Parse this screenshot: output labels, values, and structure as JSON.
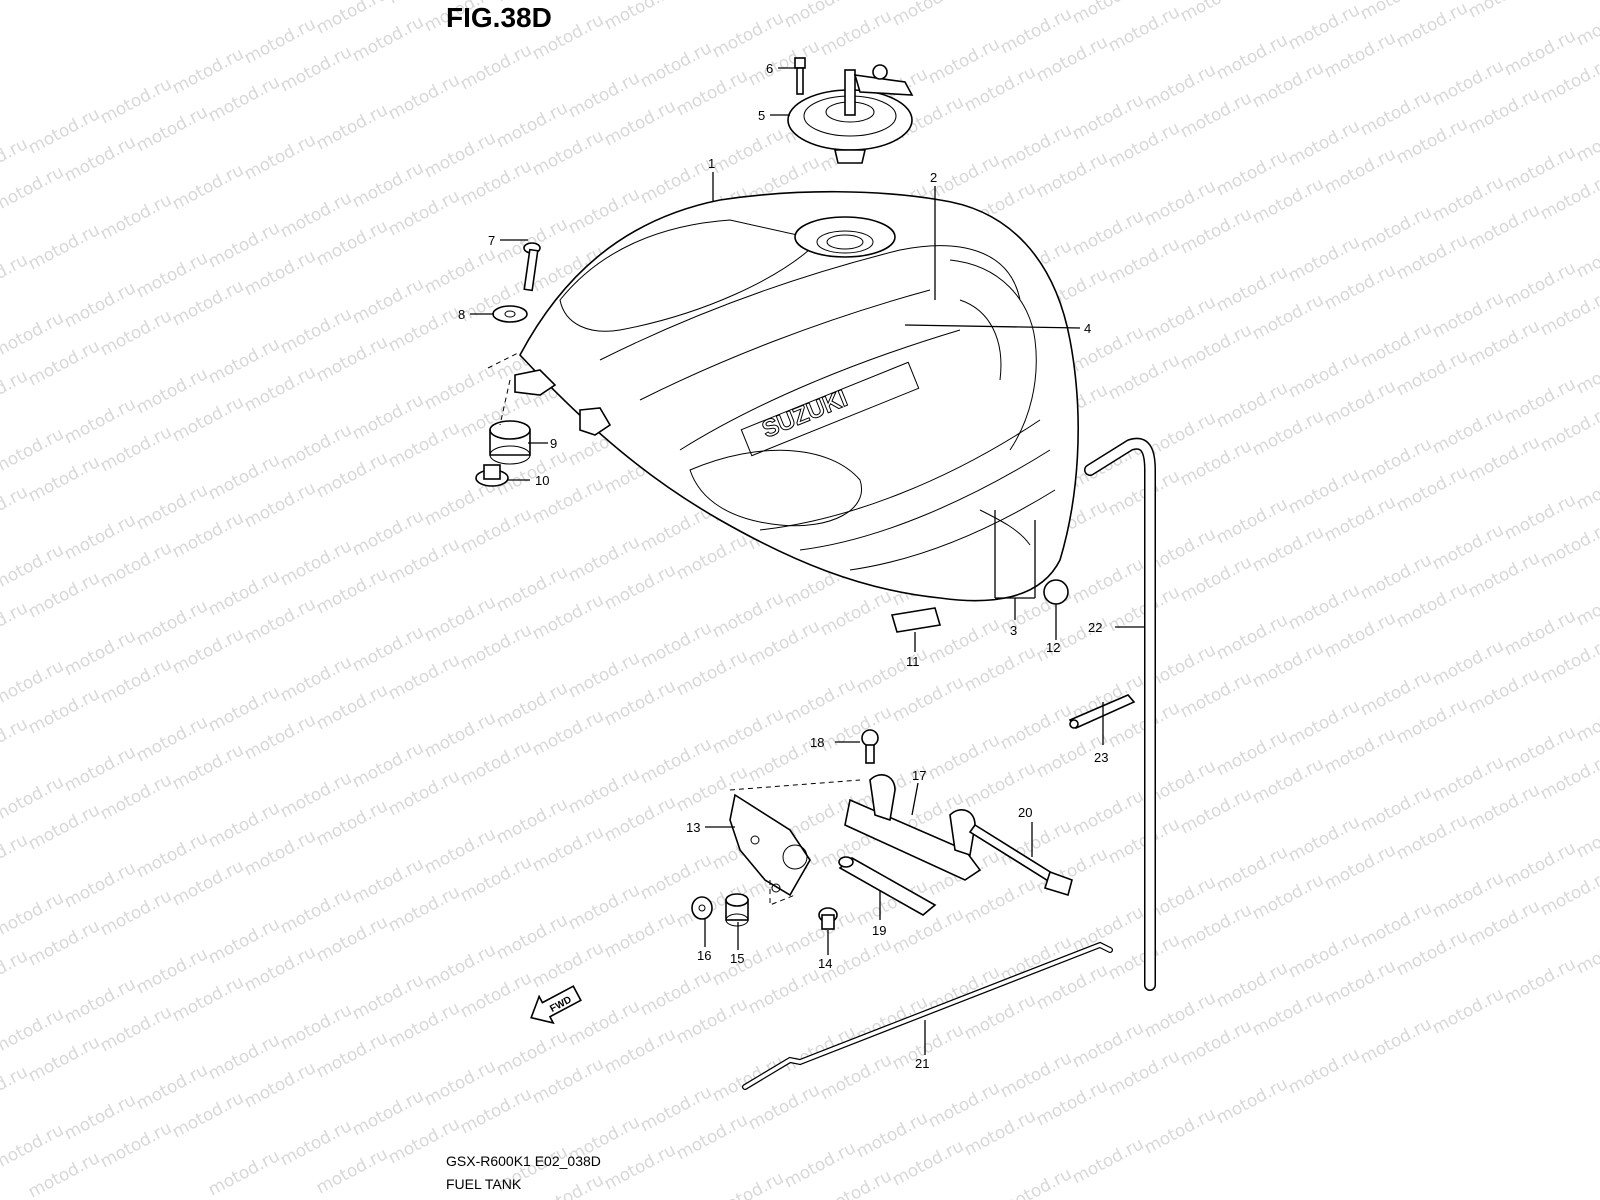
{
  "figure": {
    "title": "FIG.38D",
    "code": "GSX-R600K1 E02_038D",
    "name": "FUEL TANK"
  },
  "watermark": "motod.ru",
  "emblem": {
    "brand": "SUZUKI",
    "fwd_label": "FWD"
  },
  "callouts": [
    {
      "id": "1",
      "label": "1"
    },
    {
      "id": "2",
      "label": "2"
    },
    {
      "id": "3",
      "label": "3"
    },
    {
      "id": "4",
      "label": "4"
    },
    {
      "id": "5",
      "label": "5"
    },
    {
      "id": "6",
      "label": "6"
    },
    {
      "id": "7",
      "label": "7"
    },
    {
      "id": "8",
      "label": "8"
    },
    {
      "id": "9",
      "label": "9"
    },
    {
      "id": "10",
      "label": "10"
    },
    {
      "id": "11",
      "label": "11"
    },
    {
      "id": "12",
      "label": "12"
    },
    {
      "id": "13",
      "label": "13"
    },
    {
      "id": "14",
      "label": "14"
    },
    {
      "id": "15",
      "label": "15"
    },
    {
      "id": "16",
      "label": "16"
    },
    {
      "id": "17",
      "label": "17"
    },
    {
      "id": "18",
      "label": "18"
    },
    {
      "id": "19",
      "label": "19"
    },
    {
      "id": "20",
      "label": "20"
    },
    {
      "id": "21",
      "label": "21"
    },
    {
      "id": "22",
      "label": "22"
    },
    {
      "id": "23",
      "label": "23"
    }
  ]
}
